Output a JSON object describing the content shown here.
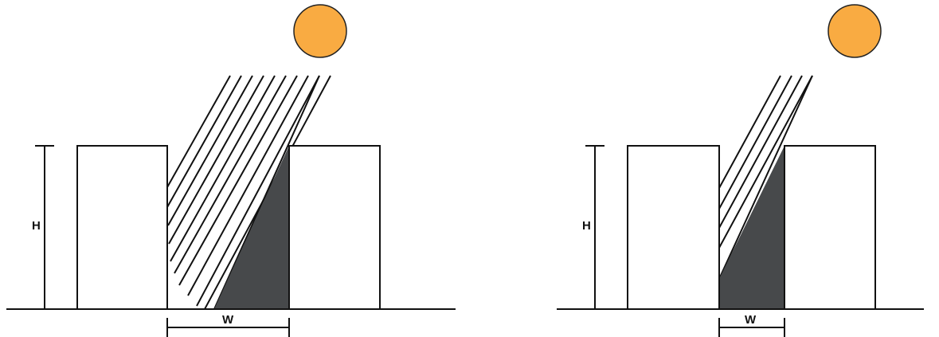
{
  "colors": {
    "sun": "#F9AB42",
    "sun_outline": "#222222",
    "shadow": "#47494B",
    "line": "#111111",
    "background": "#FFFFFF"
  },
  "panels": [
    {
      "height_label": "H",
      "width_label": "W",
      "icons": [
        "sun-icon"
      ]
    },
    {
      "height_label": "H",
      "width_label": "W",
      "icons": [
        "sun-icon"
      ]
    }
  ]
}
